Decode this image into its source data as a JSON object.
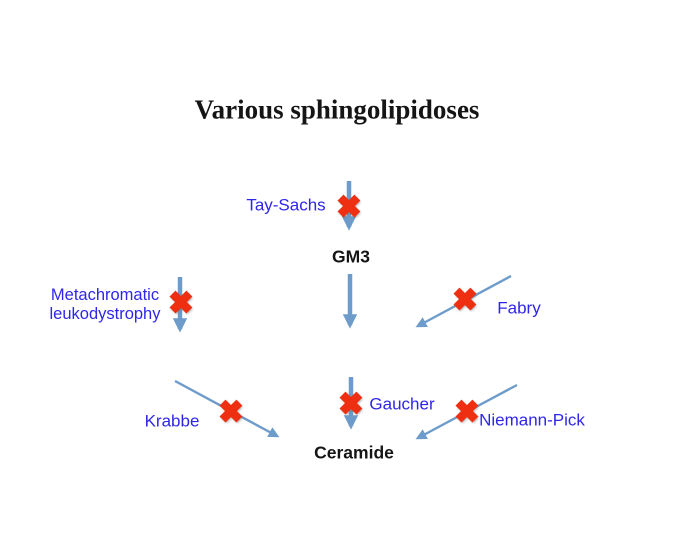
{
  "title": "Various sphingolipidoses",
  "colors": {
    "label-blue": "#2f26e8",
    "arrow-blue": "#6d9bca",
    "block-red": "#ee2f12",
    "text-black": "#151515",
    "background": "#ffffff"
  },
  "nodes": {
    "gm3": "GM3",
    "ceramide": "Ceramide"
  },
  "diseases": {
    "tay_sachs": "Tay-Sachs",
    "metachromatic": {
      "line1": "Metachromatic",
      "line2": "leukodystrophy"
    },
    "fabry": "Fabry",
    "krabbe": "Krabbe",
    "gaucher": "Gaucher",
    "niemann_pick": "Niemann-Pick"
  },
  "icons": {
    "block_x": "✖"
  }
}
